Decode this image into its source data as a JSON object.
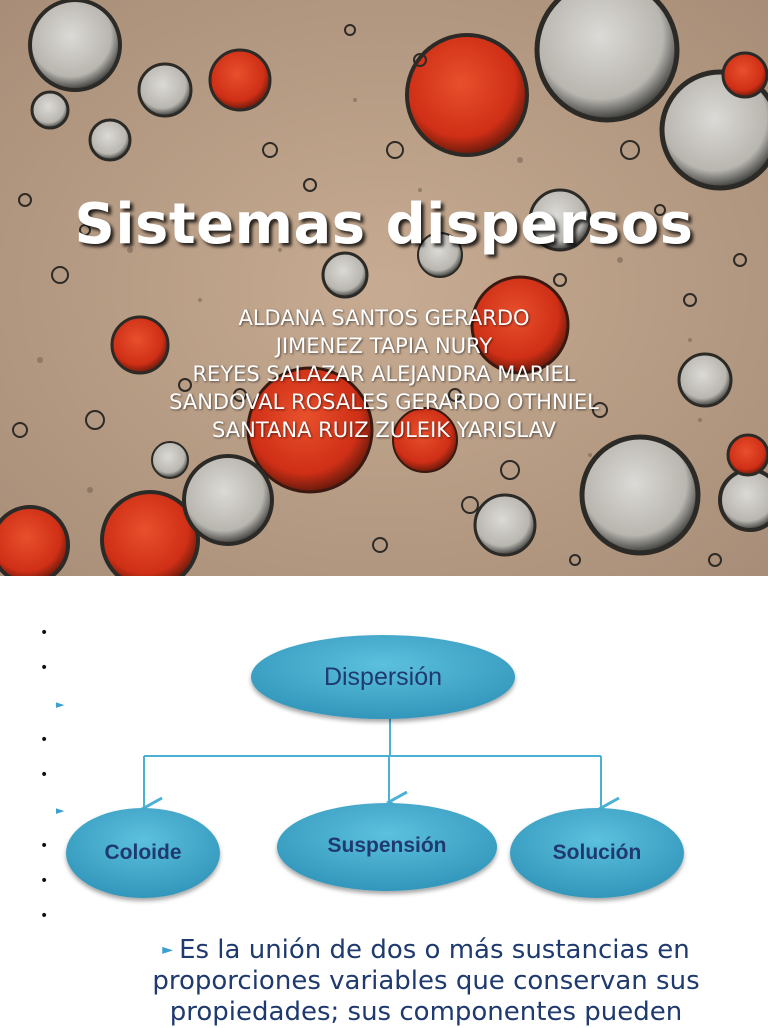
{
  "slide1": {
    "title": "Sistemas dispersos",
    "authors": [
      "ALDANA SANTOS GERARDO",
      "JIMENEZ TAPIA NURY",
      "REYES SALAZAR ALEJANDRA MARIEL",
      "SANDOVAL ROSALES GERARDO OTHNIEL",
      "SANTANA RUIZ ZULEIK YARISLAV"
    ],
    "colors": {
      "background": "#b49a83",
      "droplet_red": "#d4341a",
      "droplet_gray": "#c9c7c2"
    }
  },
  "slide2": {
    "diagram": {
      "root": "Dispersión",
      "children": [
        "Coloide",
        "Suspensión",
        "Solución"
      ],
      "colors": {
        "node_fill": "#3fa5c9",
        "node_text": "#1f3a6e",
        "connector": "#4ab0d4"
      }
    },
    "definition": "Es la unión de dos o más sustancias en proporciones variables que conservan sus propiedades; sus componentes pueden",
    "bullet_icons": [
      "dot-bullet-icon",
      "arrow-bullet-icon"
    ]
  }
}
